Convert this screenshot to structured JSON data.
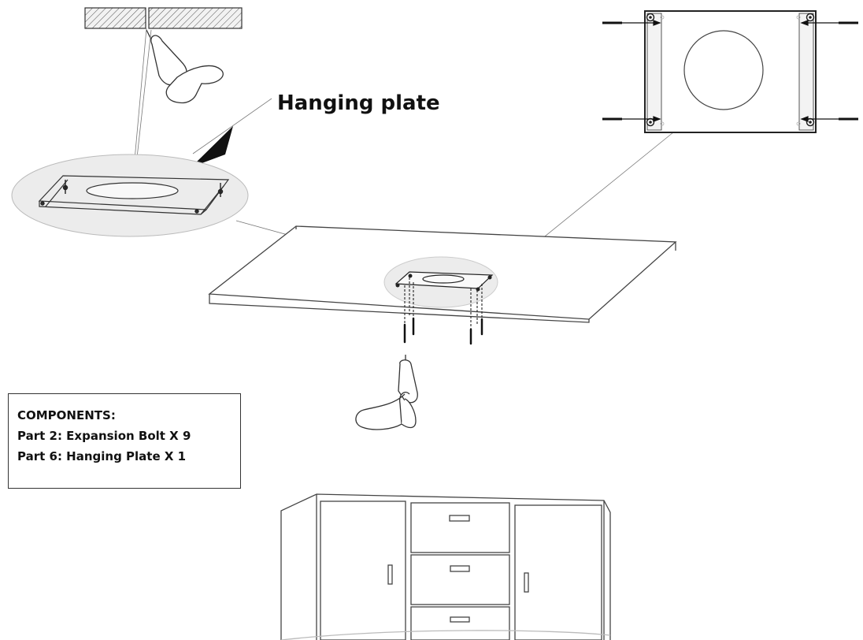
{
  "callout": {
    "label": "Hanging plate"
  },
  "components": {
    "heading": "COMPONENTS:",
    "parts": [
      "Part 2:  Expansion Bolt X 9",
      "Part 6:  Hanging Plate X 1"
    ]
  },
  "icons": [
    "drill-icon",
    "hanging-plate-icon",
    "expansion-bolt-icon",
    "cabinet-icon",
    "ceiling-section-icon"
  ],
  "colors": {
    "line": "#222222",
    "background": "#ffffff"
  }
}
